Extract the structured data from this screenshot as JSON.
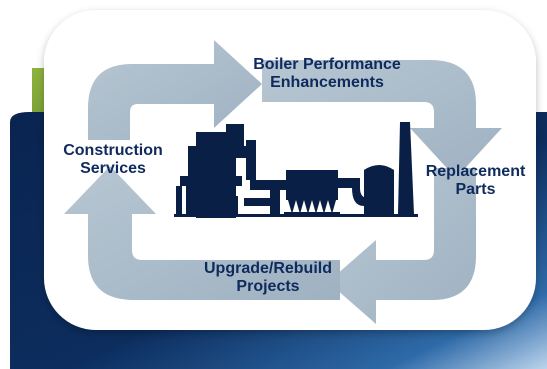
{
  "diagram": {
    "steps": [
      {
        "id": "boiler-performance",
        "label": "Boiler Performance\nEnhancements"
      },
      {
        "id": "replacement-parts",
        "label": "Replacement\nParts"
      },
      {
        "id": "upgrade-rebuild",
        "label": "Upgrade/Rebuild\nProjects"
      },
      {
        "id": "construction-services",
        "label": "Construction\nServices"
      }
    ],
    "center_icon": "power-plant-icon",
    "colors": {
      "navy": "#0a2450",
      "green": "#7ea63a",
      "arrow": "#aebfcd",
      "text": "#0f2a5c",
      "panel": "#ffffff"
    }
  }
}
